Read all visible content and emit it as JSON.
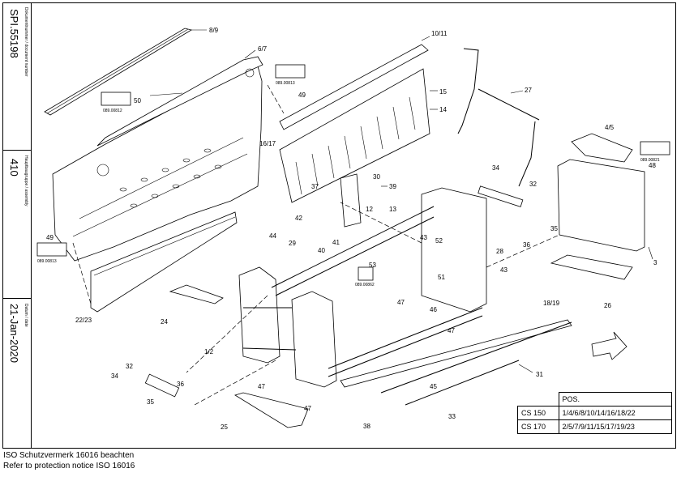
{
  "sidebar": {
    "doc_number": "SPI.55198",
    "doc_number_caption": "Dokumentnummer / document number",
    "assembly": "410",
    "assembly_caption": "Hauptbaugruppe / assembly",
    "date": "21-Jan-2020",
    "date_caption": "Datum / date"
  },
  "labels": [
    "8/9",
    "6/7",
    "50",
    "49",
    "10/11",
    "15",
    "14",
    "27",
    "16/17",
    "4/5",
    "48",
    "30",
    "37",
    "39",
    "12",
    "13",
    "34",
    "32",
    "42",
    "44",
    "41",
    "40",
    "29",
    "43",
    "52",
    "28",
    "36",
    "35",
    "3",
    "49",
    "53",
    "26",
    "51",
    "43",
    "47",
    "46",
    "22/23",
    "24",
    "47",
    "18/19",
    "1/2",
    "32",
    "34",
    "36",
    "35",
    "31",
    "47",
    "45",
    "47",
    "25",
    "38",
    "33"
  ],
  "decals": {
    "d1": "089.00812",
    "d2": "089.00813",
    "d3": "089.00813",
    "d4": "089.00821",
    "d5": "089.00862"
  },
  "pos_table": {
    "header": "POS.",
    "rows": [
      {
        "model": "CS 150",
        "positions": "1/4/6/8/10/14/16/18/22"
      },
      {
        "model": "CS 170",
        "positions": "2/5/7/9/11/15/17/19/23"
      }
    ]
  },
  "footer": {
    "line1": "ISO Schutzvermerk 16016 beachten",
    "line2": "Refer to protection notice ISO 16016"
  }
}
